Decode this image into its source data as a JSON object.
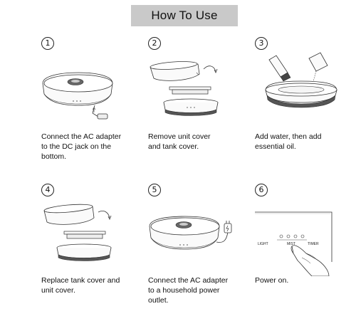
{
  "title": "How To Use",
  "steps": [
    {
      "number": "1",
      "lines": [
        "Connect the AC adapter",
        "to the DC jack on the",
        "bottom."
      ]
    },
    {
      "number": "2",
      "lines": [
        "Remove unit cover",
        "and tank cover."
      ]
    },
    {
      "number": "3",
      "lines": [
        "Add water, then add",
        "essential oil."
      ]
    },
    {
      "number": "4",
      "lines": [
        "Replace tank cover and",
        "unit cover."
      ]
    },
    {
      "number": "5",
      "lines": [
        "Connect the AC adapter",
        "to a household power",
        "outlet."
      ]
    },
    {
      "number": "6",
      "lines": [
        "Power on."
      ]
    }
  ],
  "panel_labels": {
    "light": "LIGHT",
    "mist": "MIST",
    "timer": "TIMER"
  },
  "icons": [
    "diffuser-icon",
    "dc-plug-icon",
    "arrow-icon",
    "oil-bottle-icon",
    "wall-plug-icon",
    "finger-press-icon"
  ]
}
